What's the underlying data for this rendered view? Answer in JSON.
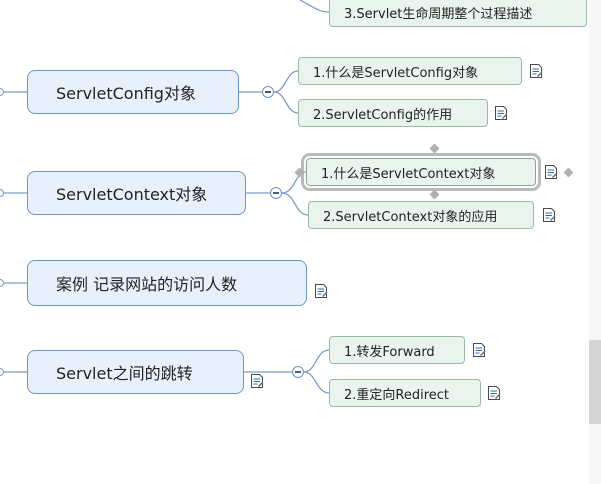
{
  "mindmap": {
    "top_partial": "3.Servlet生命周期整个过程描述",
    "servlet_config": {
      "label": "ServletConfig对象",
      "children": [
        "1.什么是ServletConfig对象",
        "2.ServletConfig的作用"
      ]
    },
    "servlet_context": {
      "label": "ServletContext对象",
      "children": [
        "1.什么是ServletContext对象",
        "2.ServletContext对象的应用"
      ]
    },
    "case": {
      "label": "案例 记录网站的访问人数"
    },
    "jump": {
      "label": "Servlet之间的跳转",
      "children": [
        "1.转发Forward",
        "2.重定向Redirect"
      ]
    }
  },
  "colors": {
    "main_fill": "#e8f1fb",
    "main_border": "#6a97c8",
    "sub_fill": "#eaf4ee",
    "sub_border": "#9bb9a6",
    "connector": "#7a9cc4"
  },
  "icons": {
    "note": "note-icon",
    "collapse": "collapse-toggle-icon"
  }
}
